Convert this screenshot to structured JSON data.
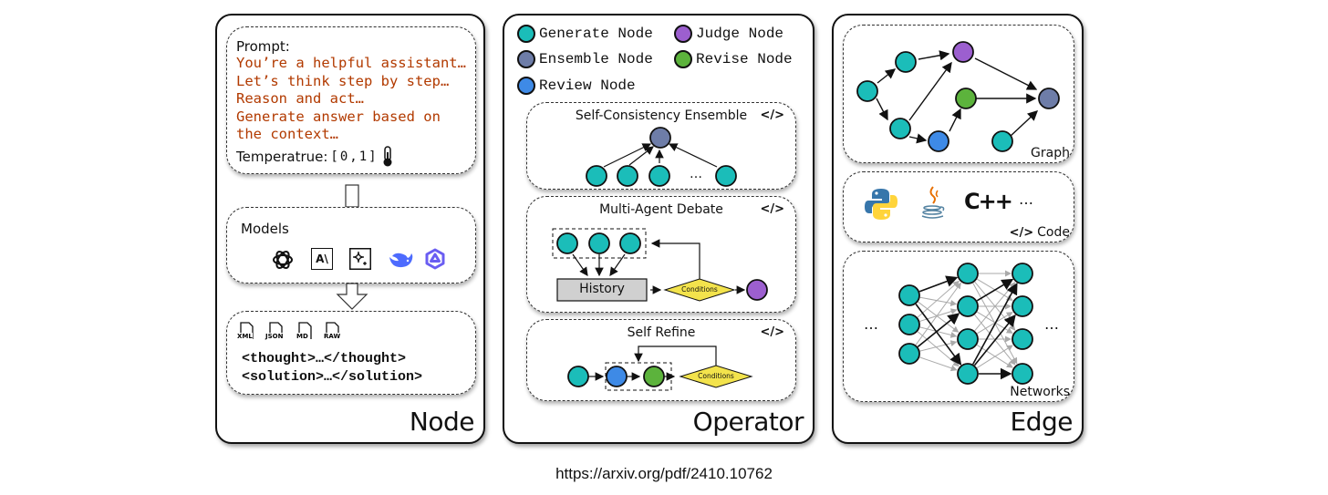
{
  "colors": {
    "generate": "#1bbdb9",
    "judge": "#9c5fcf",
    "ensemble": "#6e7da8",
    "revise": "#5cb33c",
    "review": "#3e8ae6",
    "prompt_text": "#b23a00",
    "conditions": "#f3e34c",
    "history": "#d0d0d0"
  },
  "node_panel": {
    "title": "Node",
    "prompt": {
      "label": "Prompt:",
      "lines": [
        "You’re a helpful assistant…",
        "Let’s think step by step…",
        "Reason and act…",
        "Generate answer based on",
        "the context…"
      ],
      "temperature_label": "Temperatrue:",
      "temperature_range": "[0,1]",
      "icon": "thermometer-icon"
    },
    "models": {
      "label": "Models",
      "icons": [
        "openai-icon",
        "anthropic-icon",
        "gemini-icon",
        "deepseek-icon",
        "qwen-icon"
      ],
      "anthropic_text": "A\\"
    },
    "formats": {
      "files": [
        "XML",
        "JSON",
        "MD",
        "RAW"
      ],
      "lines": [
        "<thought>…</thought>",
        "<solution>…</solution>"
      ]
    }
  },
  "operator_panel": {
    "title": "Operator",
    "legend": [
      {
        "label": "Generate Node",
        "key": "generate"
      },
      {
        "label": "Judge Node",
        "key": "judge"
      },
      {
        "label": "Ensemble Node",
        "key": "ensemble"
      },
      {
        "label": "Revise Node",
        "key": "revise"
      },
      {
        "label": "Review Node",
        "key": "review"
      }
    ],
    "operators": [
      {
        "title": "Self-Consistency Ensemble",
        "code_icon": "</>",
        "ellipsis": "…"
      },
      {
        "title": "Multi-Agent Debate",
        "code_icon": "</>",
        "history": "History",
        "conditions": "Conditions"
      },
      {
        "title": "Self Refine",
        "code_icon": "</>",
        "conditions": "Conditions"
      }
    ]
  },
  "edge_panel": {
    "title": "Edge",
    "graph_label": "Graph",
    "code": {
      "label": "Code",
      "code_icon": "</>",
      "languages": [
        "python-icon",
        "java-icon",
        "cpp-icon"
      ],
      "cpp_text": "C++",
      "ellipsis": "…"
    },
    "networks_label": "Networks",
    "ellipsis": "…"
  },
  "footer": {
    "url": "https://arxiv.org/pdf/2410.10762"
  }
}
